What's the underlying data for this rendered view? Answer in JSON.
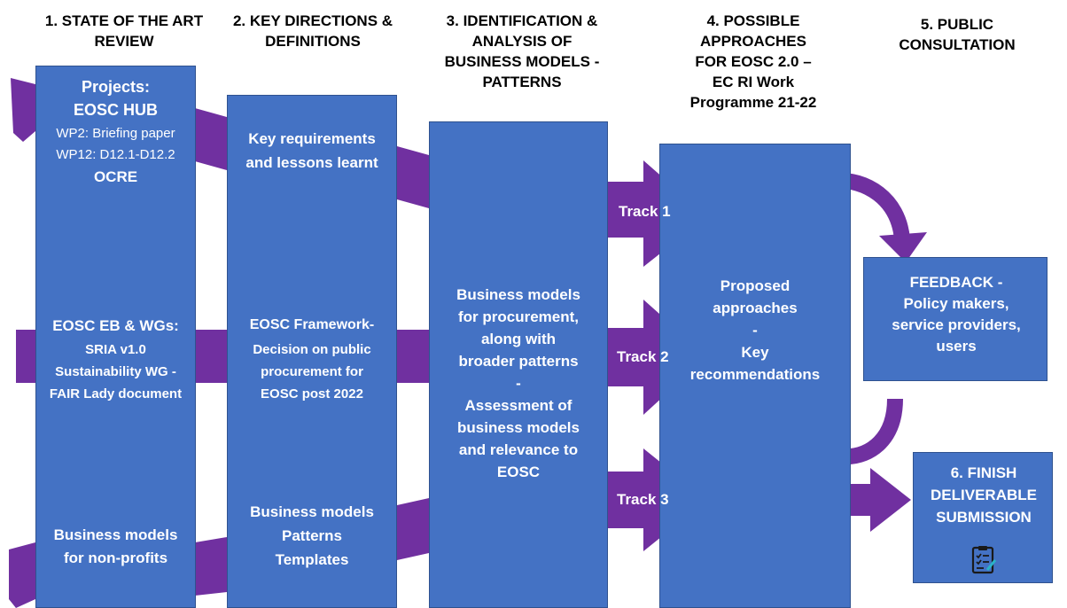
{
  "headers": {
    "h1": "1. STATE OF THE ART REVIEW",
    "h1_lines": [
      "1. STATE OF THE ART",
      "REVIEW"
    ],
    "h2_lines": [
      "2. KEY DIRECTIONS &",
      "DEFINITIONS"
    ],
    "h3_lines": [
      "3. IDENTIFICATION &",
      "ANALYSIS OF",
      "BUSINESS MODELS -",
      "PATTERNS"
    ],
    "h4_lines": [
      "4. POSSIBLE",
      "APPROACHES",
      "FOR EOSC 2.0 –",
      "EC RI Work",
      "Programme 21-22"
    ],
    "h5_lines": [
      "5. PUBLIC",
      "CONSULTATION"
    ]
  },
  "column1": {
    "projects_title": "Projects:",
    "eosc_hub": "EOSC HUB",
    "wp2": "WP2: Briefing paper",
    "wp12": "WP12: D12.1-D12.2",
    "ocre": "OCRE",
    "eb_wgs": "EOSC EB & WGs:",
    "sria": "SRIA v1.0",
    "sustain": "Sustainability  WG -",
    "fair": "FAIR Lady document",
    "nonprofit_1": "Business models",
    "nonprofit_2": "for non-profits"
  },
  "column2": {
    "key_req_1": "Key requirements",
    "key_req_2": "and lessons learnt",
    "framework_1": "EOSC Framework-",
    "framework_2": "Decision on public",
    "framework_3": "procurement for",
    "framework_4": "EOSC post 2022",
    "bm_1": "Business models",
    "bm_2": "Patterns",
    "bm_3": "Templates"
  },
  "column3": {
    "lines": [
      "Business models",
      "for procurement,",
      "along with",
      "broader patterns",
      "-",
      "Assessment of",
      "business models",
      "and relevance to",
      "EOSC"
    ]
  },
  "tracks": [
    "Track 1",
    "Track 2",
    "Track 3"
  ],
  "column4": {
    "lines": [
      "Proposed",
      "approaches",
      "-",
      "Key",
      "recommendations"
    ]
  },
  "feedback": {
    "lines": [
      "FEEDBACK -",
      "Policy makers,",
      "service providers,",
      "users"
    ]
  },
  "finish": {
    "lines": [
      "6. FINISH",
      "DELIVERABLE",
      "SUBMISSION"
    ]
  },
  "icons": [
    "checklist-icon"
  ],
  "colors": {
    "box": "#4472c4",
    "arrow": "#7030a0",
    "arrow_dark": "#5b2583"
  }
}
